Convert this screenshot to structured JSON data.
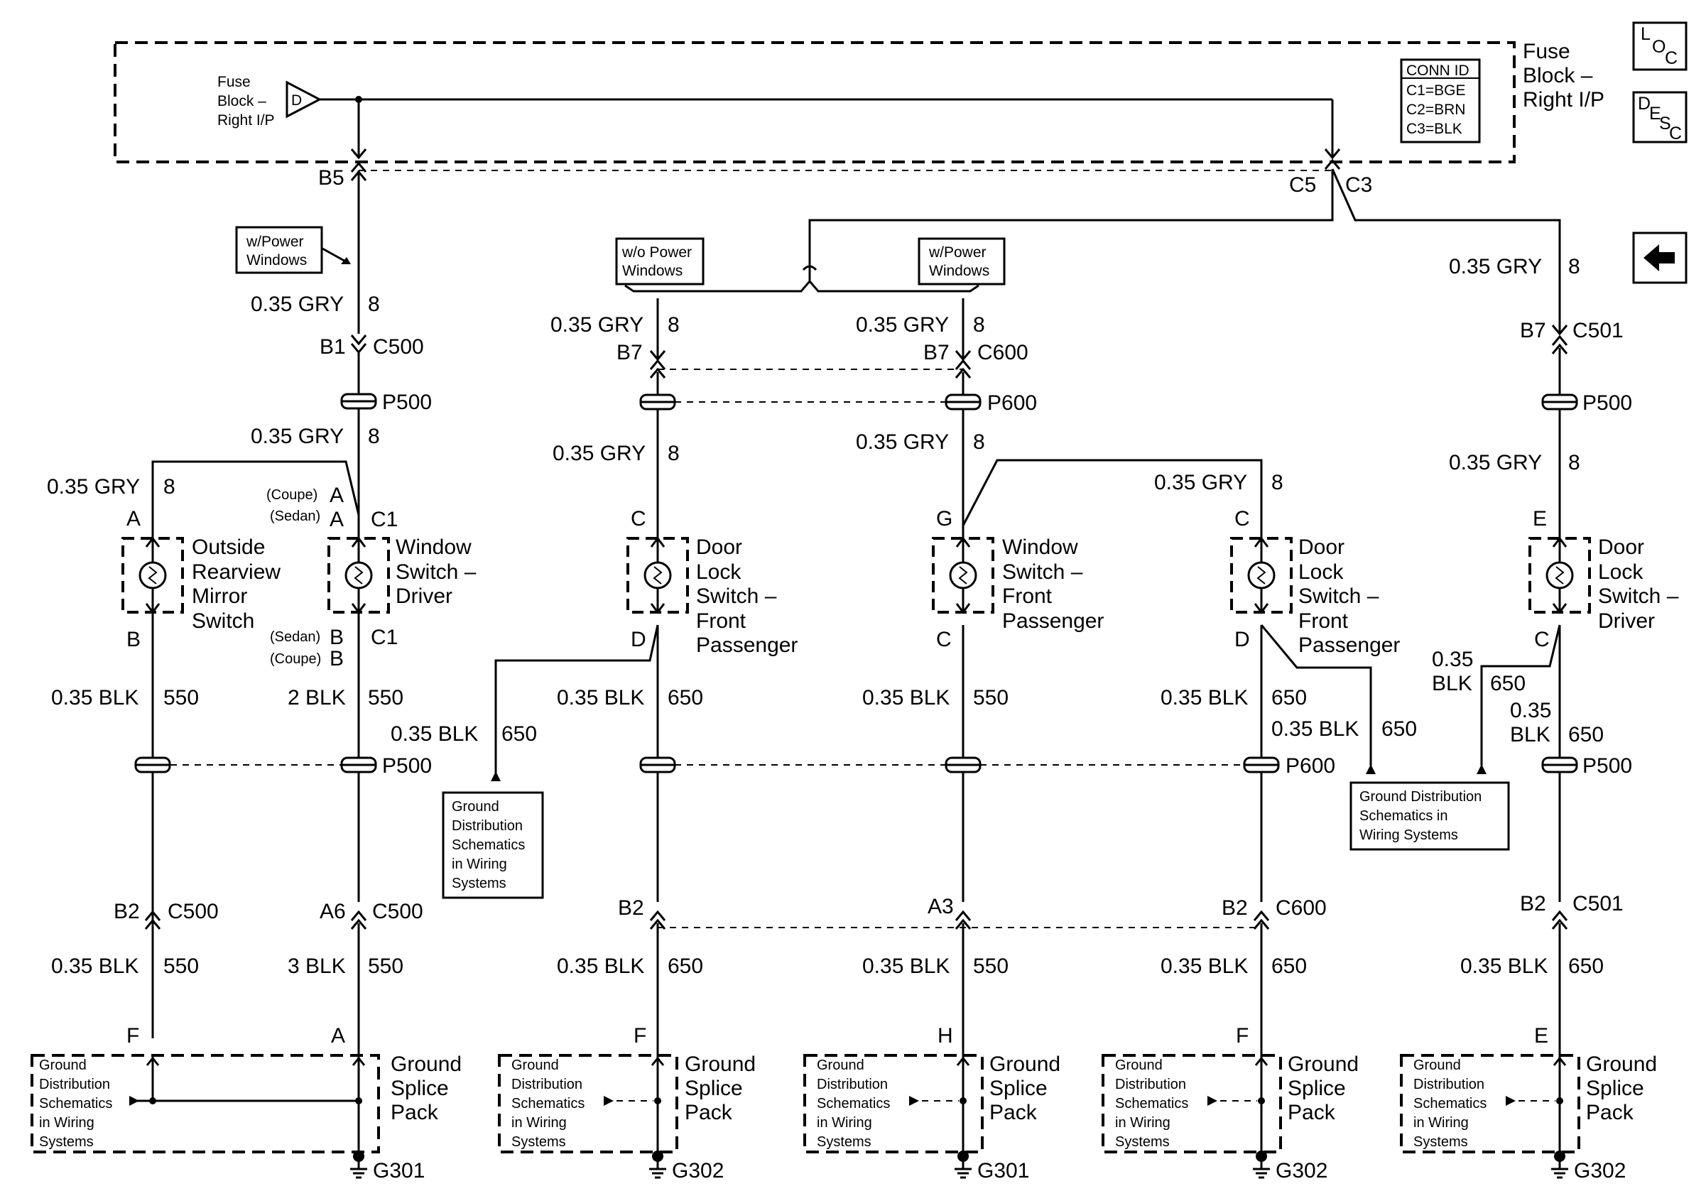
{
  "fuse_block": {
    "title": [
      "Fuse",
      "Block –",
      "Right I/P"
    ],
    "source_label": [
      "Fuse",
      "Block –",
      "Right I/P"
    ],
    "source_pin": "D",
    "conn_id": {
      "heading": "CONN ID",
      "rows": [
        "C1=BGE",
        "C2=BRN",
        "C3=BLK"
      ]
    }
  },
  "nav": {
    "loc": {
      "l": "L",
      "o": "O",
      "c": "C"
    },
    "desc": {
      "d": "D",
      "e": "E",
      "s": "S",
      "c": "C"
    }
  },
  "pins": {
    "b5": "B5",
    "c5": "C5",
    "c3": "C3",
    "b1": "B1",
    "c500": "C500",
    "b7": "B7",
    "c600": "C600",
    "c501": "C501",
    "a": "A",
    "b": "B",
    "c": "C",
    "d": "D",
    "e": "E",
    "f": "F",
    "g": "G",
    "h": "H",
    "c1": "C1",
    "coupe": "(Coupe)",
    "sedan": "(Sedan)",
    "b2": "B2",
    "a6": "A6",
    "a3": "A3"
  },
  "splices": {
    "p500": "P500",
    "p600": "P600"
  },
  "wires": {
    "gry": "0.35 GRY",
    "ckt8": "8",
    "blk": "0.35 BLK",
    "blk035": "0.35",
    "blk_only": "BLK",
    "blk2": "2 BLK",
    "blk3": "3 BLK",
    "ckt550": "550",
    "ckt650": "650"
  },
  "options": {
    "w_power": [
      "w/Power",
      "Windows"
    ],
    "wo_power": [
      "w/o Power",
      "Windows"
    ]
  },
  "components": {
    "mirror": [
      "Outside",
      "Rearview",
      "Mirror",
      "Switch"
    ],
    "window_driver": [
      "Window",
      "Switch –",
      "Driver"
    ],
    "door_lock_fp": [
      "Door",
      "Lock",
      "Switch –",
      "Front",
      "Passenger"
    ],
    "window_fp": [
      "Window",
      "Switch –",
      "Front",
      "Passenger"
    ],
    "door_lock_driver": [
      "Door",
      "Lock",
      "Switch –",
      "Driver"
    ],
    "ground_pack": [
      "Ground",
      "Splice",
      "Pack"
    ]
  },
  "ground_ref": [
    "Ground",
    "Distribution",
    "Schematics",
    "in Wiring",
    "Systems"
  ],
  "ground_ref_wide": [
    "Ground Distribution",
    "Schematics in",
    "Wiring Systems"
  ],
  "grounds": {
    "g301": "G301",
    "g302": "G302"
  }
}
